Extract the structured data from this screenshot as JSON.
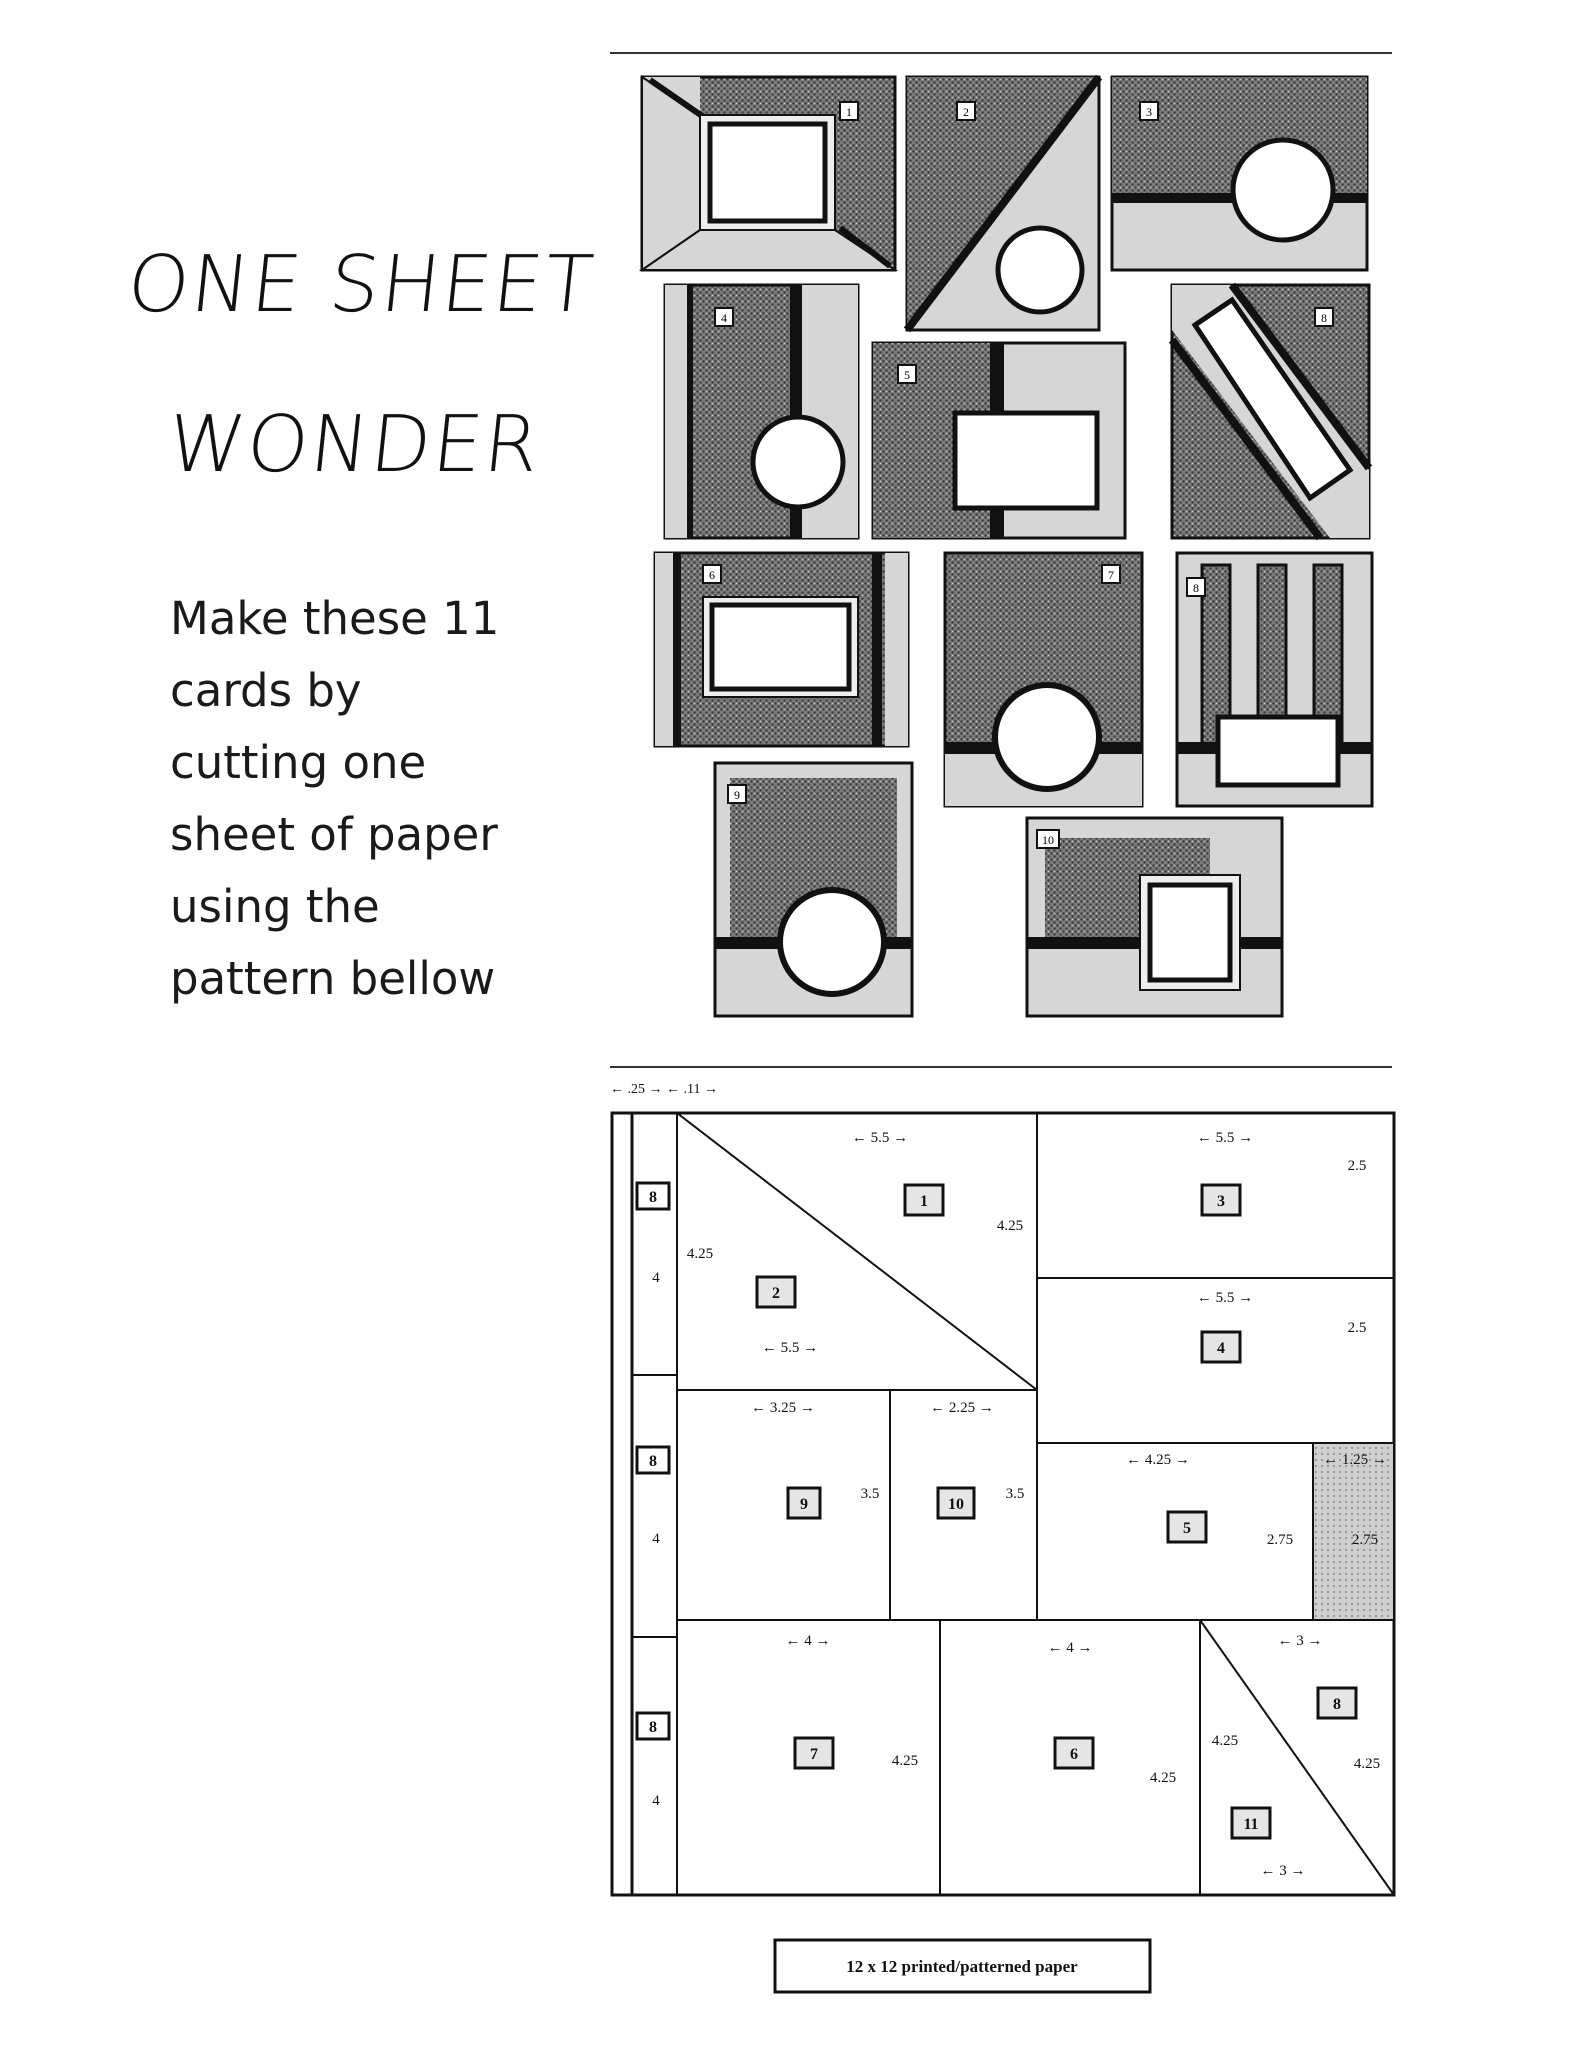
{
  "title": {
    "line1": "ONE SHEET",
    "line2": "WONDER"
  },
  "description": [
    "Make these 11",
    "cards by",
    "cutting one",
    "sheet of paper",
    "using the",
    "pattern bellow"
  ],
  "cards": {
    "c1": "1",
    "c2": "2",
    "c3": "3",
    "c4": "4",
    "c5": "5",
    "c6": "6",
    "c7": "7",
    "c8": "8",
    "c9": "9",
    "c10": "10",
    "c11": "8"
  },
  "pattern": {
    "top_dims": "← .25 →  ← .11 →",
    "d_55_a": "← 5.5 →",
    "d_55_b": "← 5.5 →",
    "d_55_c": "← 5.5 →",
    "d_55_d": "← 5.5 →",
    "d_425_a": "4.25",
    "d_425_b": "4.25",
    "d_25_a": "2.5",
    "d_25_b": "2.5",
    "d_4_a": "4",
    "d_4_b": "4",
    "d_4_c": "4",
    "d_325": "← 3.25 →",
    "d_225": "← 2.25 →",
    "d_35_a": "3.5",
    "d_35_b": "3.5",
    "d_425_w": "← 4.25 →",
    "d_125": "← 1.25 →",
    "d_275_a": "2.75",
    "d_275_b": "2.75",
    "d_4w_a": "← 4 →",
    "d_4w_b": "← 4 →",
    "d_3w_a": "← 3 →",
    "d_3w_b": "← 3 →",
    "d_425_c": "4.25",
    "d_425_d": "4.25",
    "d_425_e": "4.25",
    "d_425_f": "4.25",
    "p1": "1",
    "p2": "2",
    "p3": "3",
    "p4": "4",
    "p5": "5",
    "p6": "6",
    "p7": "7",
    "p8": "8",
    "p9": "9",
    "p10": "10",
    "p11": "11",
    "pa": "8",
    "pb": "8",
    "pc": "8",
    "caption": "12 x 12 printed/patterned paper"
  },
  "colors": {
    "pattern_fill": "#6d6d6d",
    "light_fill": "#d6d6d6",
    "ink": "#111111"
  }
}
